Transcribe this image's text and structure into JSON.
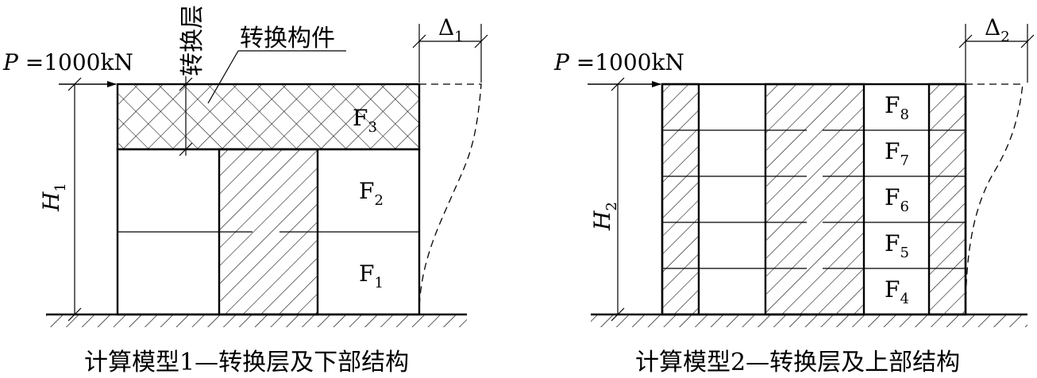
{
  "model1": {
    "caption": "计算模型1—转换层及下部结构",
    "load": {
      "symbol": "P",
      "rest": " =1000kN"
    },
    "height": {
      "symbol": "H",
      "sub": "1"
    },
    "displacement": {
      "symbol": "Δ",
      "sub": "1"
    },
    "transfer_layer_label": "转换层",
    "transfer_member_label": "转换构件",
    "floors": [
      {
        "symbol": "F",
        "sub": "3"
      },
      {
        "symbol": "F",
        "sub": "2"
      },
      {
        "symbol": "F",
        "sub": "1"
      }
    ]
  },
  "model2": {
    "caption": "计算模型2—转换层及上部结构",
    "load": {
      "symbol": "P",
      "rest": " =1000kN"
    },
    "height": {
      "symbol": "H",
      "sub": "2"
    },
    "displacement": {
      "symbol": "Δ",
      "sub": "2"
    },
    "floors": [
      {
        "symbol": "F",
        "sub": "8"
      },
      {
        "symbol": "F",
        "sub": "7"
      },
      {
        "symbol": "F",
        "sub": "6"
      },
      {
        "symbol": "F",
        "sub": "5"
      },
      {
        "symbol": "F",
        "sub": "4"
      }
    ]
  }
}
